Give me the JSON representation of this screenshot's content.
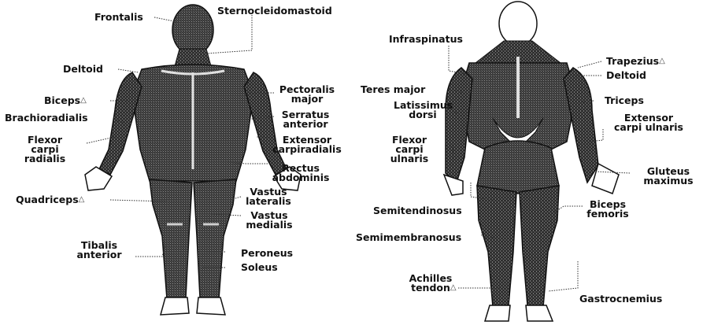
{
  "front": {
    "labels": {
      "frontalis": "Frontalis",
      "sternocleidomastoid": "Sternocleidomastoid",
      "deltoid": "Deltoid",
      "biceps": "Biceps",
      "brachioradialis": "Brachioradialis",
      "flexor_carpi_radialis": [
        "Flexor",
        "carpi",
        "radialis"
      ],
      "pectoralis_major": [
        "Pectoralis",
        "major"
      ],
      "serratus_anterior": [
        "Serratus",
        "anterior"
      ],
      "extensor_carpiradialis": [
        "Extensor",
        "carpiradialis"
      ],
      "rectus_abdominis": [
        "Rectus",
        "abdominis"
      ],
      "quadriceps": "Quadriceps",
      "vastus_lateralis": [
        "Vastus",
        "lateralis"
      ],
      "vastus_medialis": [
        "Vastus",
        "medialis"
      ],
      "tibalis_anterior": [
        "Tibalis",
        "anterior"
      ],
      "peroneus": "Peroneus",
      "soleus": "Soleus"
    }
  },
  "back": {
    "labels": {
      "infraspinatus": "Infraspinatus",
      "trapezius": "Trapezius",
      "deltoid": "Deltoid",
      "teres_major": "Teres major",
      "triceps": "Triceps",
      "latissimus_dorsi": [
        "Latissimus",
        "dorsi"
      ],
      "extensor_carpi_ulnaris": [
        "Extensor",
        "carpi ulnaris"
      ],
      "flexor_carpi_ulnaris": [
        "Flexor",
        "carpi",
        "ulnaris"
      ],
      "gluteus_maximus": [
        "Gluteus",
        "maximus"
      ],
      "semitendinosus": "Semitendinosus",
      "biceps_femoris": [
        "Biceps",
        "femoris"
      ],
      "semimembranosus": "Semimembranosus",
      "achilles_tendon": [
        "Achilles",
        "tendon"
      ],
      "gastrocnemius": "Gastrocnemius"
    }
  },
  "colors": {
    "muscle": "#3a3a3a",
    "muscle_dark": "#1a1a1a",
    "highlight": "#bdbdbd",
    "skin": "#ffffff"
  }
}
